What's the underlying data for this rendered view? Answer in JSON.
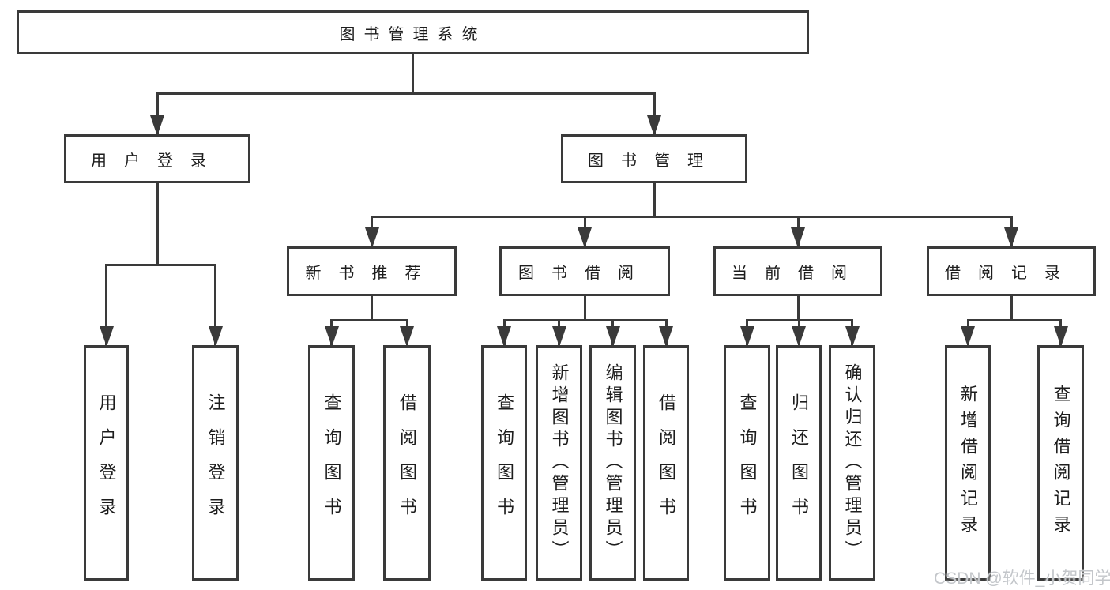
{
  "diagram": {
    "title": "图书管理系统",
    "nodes": [
      {
        "id": "root",
        "label": "图书管理系统"
      },
      {
        "id": "login",
        "label": "用户登录"
      },
      {
        "id": "mgmt",
        "label": "图书管理"
      },
      {
        "id": "newbook",
        "label": "新书推荐"
      },
      {
        "id": "borrow",
        "label": "图书借阅"
      },
      {
        "id": "current",
        "label": "当前借阅"
      },
      {
        "id": "records",
        "label": "借阅记录"
      },
      {
        "id": "u1",
        "label": "用户登录"
      },
      {
        "id": "u2",
        "label": "注销登录"
      },
      {
        "id": "n1",
        "label": "查询图书"
      },
      {
        "id": "n2",
        "label": "借阅图书"
      },
      {
        "id": "b1",
        "label": "查询图书"
      },
      {
        "id": "b2",
        "label": "新增图书（管理员）"
      },
      {
        "id": "b3",
        "label": "编辑图书（管理员）"
      },
      {
        "id": "b4",
        "label": "借阅图书"
      },
      {
        "id": "c1",
        "label": "查询图书"
      },
      {
        "id": "c2",
        "label": "归还图书"
      },
      {
        "id": "c3",
        "label": "确认归还（管理员）"
      },
      {
        "id": "r1",
        "label": "新增借阅记录"
      },
      {
        "id": "r2",
        "label": "查询借阅记录"
      }
    ],
    "edges": [
      {
        "parent": "root",
        "children": [
          "login",
          "mgmt"
        ]
      },
      {
        "parent": "login",
        "children": [
          "u1",
          "u2"
        ]
      },
      {
        "parent": "mgmt",
        "children": [
          "newbook",
          "borrow",
          "current",
          "records"
        ]
      },
      {
        "parent": "newbook",
        "children": [
          "n1",
          "n2"
        ]
      },
      {
        "parent": "borrow",
        "children": [
          "b1",
          "b2",
          "b3",
          "b4"
        ]
      },
      {
        "parent": "current",
        "children": [
          "c1",
          "c2",
          "c3"
        ]
      },
      {
        "parent": "records",
        "children": [
          "r1",
          "r2"
        ]
      }
    ]
  },
  "colors": {
    "line": "#3a3a3a",
    "text": "#1d1d1d",
    "watermark": "#c3c6ca",
    "background": "#ffffff"
  },
  "watermark": {
    "text": "CSDN @软件_小贺同学"
  }
}
